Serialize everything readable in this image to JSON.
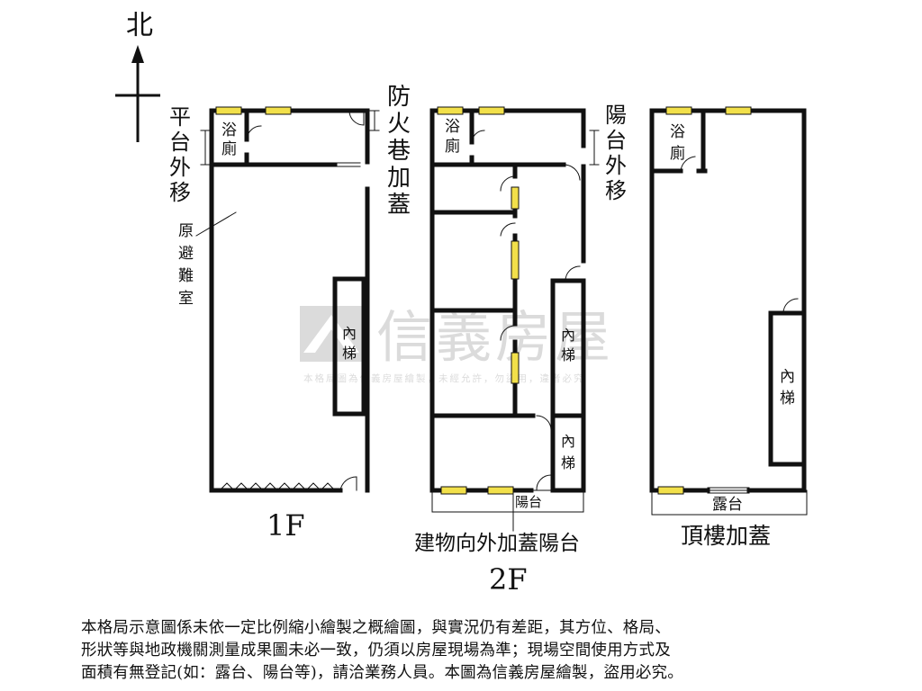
{
  "compass": {
    "north_label": "北"
  },
  "watermark": {
    "brand": "信義房屋",
    "notice": "本格局圖為信義房屋繪製，未經允許，勿盜用，違者必究"
  },
  "floor_1f": {
    "name": "1F",
    "rooms": {
      "bath": "浴廁",
      "shelter": "原避難室",
      "stairs": "內梯"
    },
    "annotation_platform": "平台外移",
    "annotation_alley": "防火巷加蓋"
  },
  "floor_2f": {
    "name": "2F",
    "rooms": {
      "bath": "浴廁",
      "stairs_upper": "內梯",
      "stairs_lower": "內梯",
      "balcony": "陽台"
    },
    "annotation_balcony_shift": "陽台外移",
    "annotation_balcony_addition": "建物向外加蓋陽台"
  },
  "floor_roof": {
    "name": "頂樓加蓋",
    "rooms": {
      "bath": "浴廁",
      "stairs": "內梯",
      "terrace": "露台"
    }
  },
  "disclaimer": {
    "line1": "本格局示意圖係未依一定比例縮小繪製之概繪圖，與實況仍有差距，其方位、格局、",
    "line2": "形狀等與地政機關測量成果圖未必一致，仍須以房屋現場為準；現場空間使用方式及",
    "line3": "面積有無登記(如：露台、陽台等)，請洽業務人員。本圖為信義房屋繪製，盜用必究。"
  }
}
